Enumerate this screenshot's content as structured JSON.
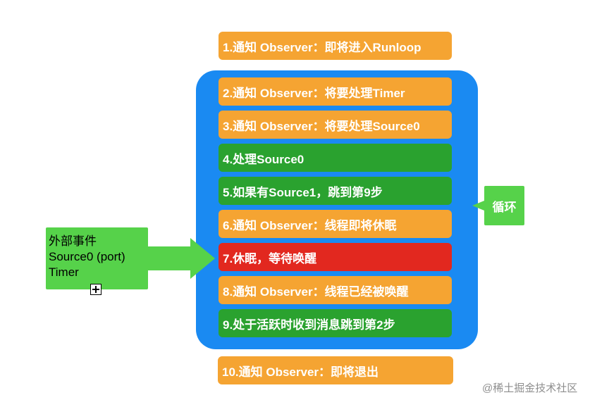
{
  "steps": [
    {
      "text": "1.通知 Observer：即将进入Runloop",
      "color": "#f5a432"
    },
    {
      "text": "2.通知 Observer：将要处理Timer",
      "color": "#f5a432"
    },
    {
      "text": "3.通知 Observer：将要处理Source0",
      "color": "#f5a432"
    },
    {
      "text": "4.处理Source0",
      "color": "#2aa22f"
    },
    {
      "text": "5.如果有Source1，跳到第9步",
      "color": "#2aa22f"
    },
    {
      "text": "6.通知 Observer：线程即将休眠",
      "color": "#f5a432"
    },
    {
      "text": "7.休眠，等待唤醒",
      "color": "#e2281f"
    },
    {
      "text": "8.通知 Observer：线程已经被唤醒",
      "color": "#f5a432"
    },
    {
      "text": "9.处于活跃时收到消息跳到第2步",
      "color": "#2aa22f"
    },
    {
      "text": "10.通知 Observer：即将退出",
      "color": "#f5a432"
    }
  ],
  "loop_label": "循环",
  "external": {
    "line1": "外部事件",
    "line2": "Source0 (port)",
    "line3": "Timer"
  },
  "watermark": "@稀土掘金技术社区",
  "colors": {
    "loop_container": "#1a8af2",
    "notify": "#f5a432",
    "process": "#2aa22f",
    "sleep": "#e2281f",
    "label_green": "#56d24a"
  },
  "icons": [
    "plus-square-icon",
    "arrow-right-icon"
  ]
}
